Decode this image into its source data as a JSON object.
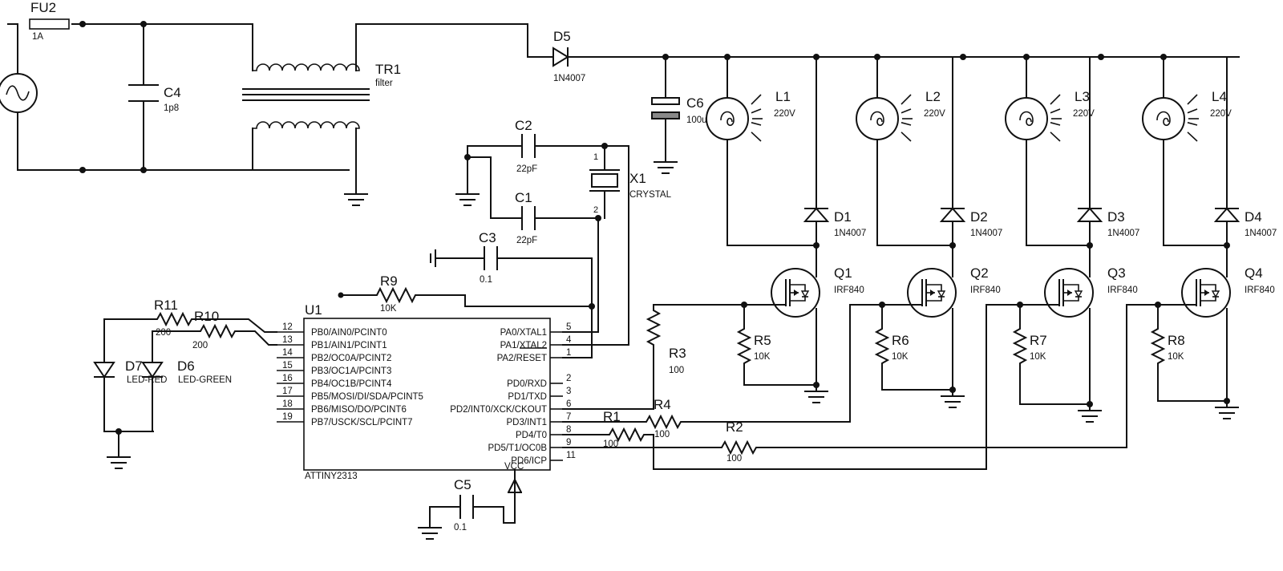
{
  "colors": {
    "ink": "#111111",
    "background": "#ffffff"
  },
  "fuse": {
    "ref": "FU2",
    "value": "1A"
  },
  "source": {
    "icon": "ac-source-icon"
  },
  "c4": {
    "ref": "C4",
    "value": "1p8"
  },
  "transformer": {
    "ref": "TR1",
    "value": "filter"
  },
  "d5": {
    "ref": "D5",
    "value": "1N4007"
  },
  "c6": {
    "ref": "C6",
    "value": "100u450v"
  },
  "c2": {
    "ref": "C2",
    "value": "22pF"
  },
  "c1": {
    "ref": "C1",
    "value": "22pF"
  },
  "c3": {
    "ref": "C3",
    "value": "0.1"
  },
  "c5": {
    "ref": "C5",
    "value": "0.1"
  },
  "crystal": {
    "ref": "X1",
    "value": "CRYSTAL",
    "pin1": "1",
    "pin2": "2"
  },
  "r9": {
    "ref": "R9",
    "value": "10K"
  },
  "r11": {
    "ref": "R11",
    "value": "200"
  },
  "r10": {
    "ref": "R10",
    "value": "200"
  },
  "d7": {
    "ref": "D7",
    "value": "LED-RED"
  },
  "d6": {
    "ref": "D6",
    "value": "LED-GREEN"
  },
  "mcu": {
    "ref": "U1",
    "part": "ATTINY2313",
    "left_pins": [
      {
        "num": "12",
        "name": "PB0/AIN0/PCINT0"
      },
      {
        "num": "13",
        "name": "PB1/AIN1/PCINT1"
      },
      {
        "num": "14",
        "name": "PB2/OC0A/PCINT2"
      },
      {
        "num": "15",
        "name": "PB3/OC1A/PCINT3"
      },
      {
        "num": "16",
        "name": "PB4/OC1B/PCINT4"
      },
      {
        "num": "17",
        "name": "PB5/MOSI/DI/SDA/PCINT5"
      },
      {
        "num": "18",
        "name": "PB6/MISO/DO/PCINT6"
      },
      {
        "num": "19",
        "name": "PB7/USCK/SCL/PCINT7"
      }
    ],
    "right_pins": [
      {
        "num": "5",
        "name": "PA0/XTAL1"
      },
      {
        "num": "4",
        "name": "PA1/XTAL2"
      },
      {
        "num": "1",
        "name": "PA2/RESET"
      },
      {
        "num": "2",
        "name": "PD0/RXD"
      },
      {
        "num": "3",
        "name": "PD1/TXD"
      },
      {
        "num": "6",
        "name": "PD2/INT0/XCK/CKOUT"
      },
      {
        "num": "7",
        "name": "PD3/INT1"
      },
      {
        "num": "8",
        "name": "PD4/T0"
      },
      {
        "num": "9",
        "name": "PD5/T1/OC0B"
      },
      {
        "num": "11",
        "name": "PD6/ICP"
      }
    ],
    "vcc": "VCC"
  },
  "lamps": [
    {
      "ref": "L1",
      "value": "220V"
    },
    {
      "ref": "L2",
      "value": "220V"
    },
    {
      "ref": "L3",
      "value": "220V"
    },
    {
      "ref": "L4",
      "value": "220V"
    }
  ],
  "diodes": [
    {
      "ref": "D1",
      "value": "1N4007"
    },
    {
      "ref": "D2",
      "value": "1N4007"
    },
    {
      "ref": "D3",
      "value": "1N4007"
    },
    {
      "ref": "D4",
      "value": "1N4007"
    }
  ],
  "mosfets": [
    {
      "ref": "Q1",
      "value": "IRF840"
    },
    {
      "ref": "Q2",
      "value": "IRF840"
    },
    {
      "ref": "Q3",
      "value": "IRF840"
    },
    {
      "ref": "Q4",
      "value": "IRF840"
    }
  ],
  "pulldowns": [
    {
      "ref": "R5",
      "value": "10K"
    },
    {
      "ref": "R6",
      "value": "10K"
    },
    {
      "ref": "R7",
      "value": "10K"
    },
    {
      "ref": "R8",
      "value": "10K"
    }
  ],
  "r3": {
    "ref": "R3",
    "value": "100"
  },
  "r4": {
    "ref": "R4",
    "value": "100"
  },
  "r1": {
    "ref": "R1",
    "value": "100"
  },
  "r2": {
    "ref": "R2",
    "value": "100"
  }
}
